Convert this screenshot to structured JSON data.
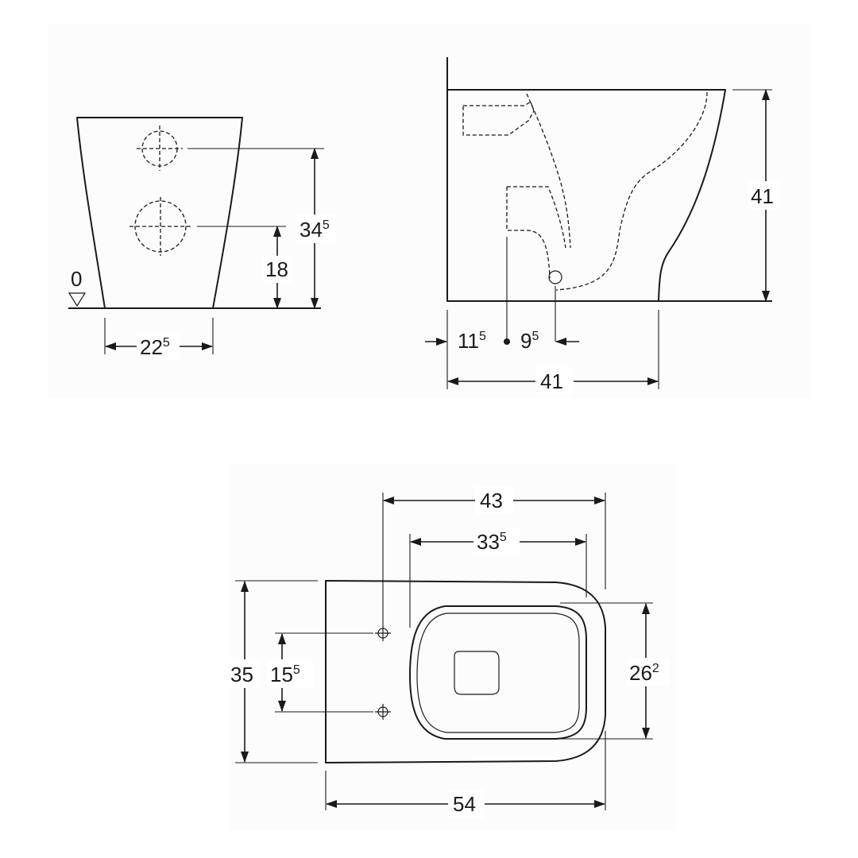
{
  "front_view": {
    "level_mark": "0",
    "dim_height_total": {
      "main": "34",
      "sup": "5"
    },
    "dim_height_lower": {
      "main": "18",
      "sup": ""
    },
    "dim_base_width": {
      "main": "22",
      "sup": "5"
    }
  },
  "side_view": {
    "dim_height": {
      "main": "41",
      "sup": ""
    },
    "dim_left_offset": {
      "main": "11",
      "sup": "5"
    },
    "dim_right_offset": {
      "main": "9",
      "sup": "5"
    },
    "dim_base_length": {
      "main": "41",
      "sup": ""
    }
  },
  "top_view": {
    "dim_width_43": {
      "main": "43",
      "sup": ""
    },
    "dim_width_335": {
      "main": "33",
      "sup": "5"
    },
    "dim_depth_35": {
      "main": "35",
      "sup": ""
    },
    "dim_fix_spacing": {
      "main": "15",
      "sup": "5"
    },
    "dim_bowl_262": {
      "main": "26",
      "sup": "2"
    },
    "dim_length_54": {
      "main": "54",
      "sup": ""
    }
  }
}
